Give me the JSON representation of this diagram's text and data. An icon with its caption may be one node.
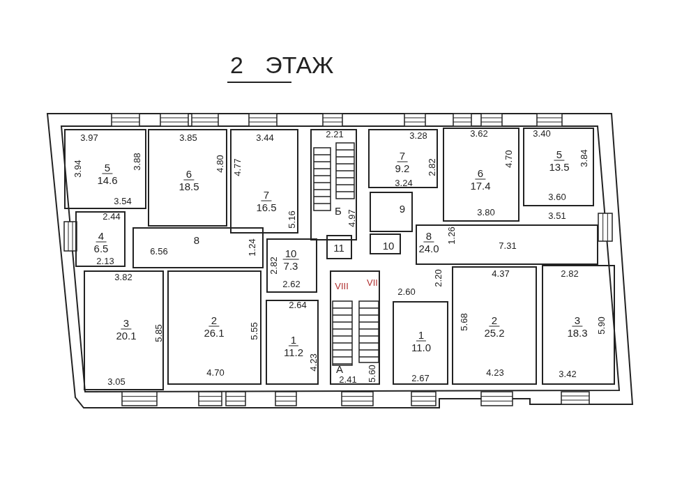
{
  "diagram": {
    "title": "2 ЭТАЖ",
    "nodes": [
      {
        "text": [
          "5",
          "14.6"
        ]
      },
      {
        "text": [
          "6",
          "18.5"
        ]
      },
      {
        "text": [
          "7",
          "16.5"
        ]
      },
      {
        "text": [
          "Б"
        ]
      },
      {
        "text": [
          "7",
          "9.2"
        ]
      },
      {
        "text": [
          "6",
          "17.4"
        ]
      },
      {
        "text": [
          "5",
          "13.5"
        ]
      },
      {
        "text": [
          "4",
          "6.5"
        ]
      },
      {
        "text": [
          "8"
        ]
      },
      {
        "text": [
          "9"
        ]
      },
      {
        "text": [
          "10"
        ]
      },
      {
        "text": [
          "8",
          "24.0"
        ]
      },
      {
        "text": [
          "10",
          "7.3"
        ]
      },
      {
        "text": [
          "11"
        ]
      },
      {
        "text": [
          "3",
          "20.1"
        ]
      },
      {
        "text": [
          "2",
          "26.1"
        ]
      },
      {
        "text": [
          "1",
          "11.2"
        ]
      },
      {
        "text": [
          "А"
        ]
      },
      {
        "text": [
          "1",
          "11.0"
        ]
      },
      {
        "text": [
          "2",
          "25.2"
        ]
      },
      {
        "text": [
          "3",
          "18.3"
        ]
      }
    ],
    "labels": [
      "3.97",
      "3.85",
      "3.44",
      "2.21",
      "3.28",
      "3.62",
      "3.40",
      "3.94",
      "3.88",
      "4.80",
      "4.77",
      "2.82",
      "4.70",
      "3.84",
      "3.54",
      "3.24",
      "3.60",
      "2.44",
      "5.16",
      "4.97",
      "3.80",
      "3.51",
      "6.56",
      "1.24",
      "1.26",
      "7.31",
      "2.13",
      "2.82",
      "3.82",
      "2.20",
      "4.37",
      "2.82",
      "2.62",
      "VIII",
      "VII",
      "2.60",
      "2.64",
      "5.85",
      "5.55",
      "5.68",
      "5.90",
      "4.23",
      "3.05",
      "4.70",
      "2.41",
      "5.60",
      "2.67",
      "4.23",
      "3.42"
    ]
  }
}
